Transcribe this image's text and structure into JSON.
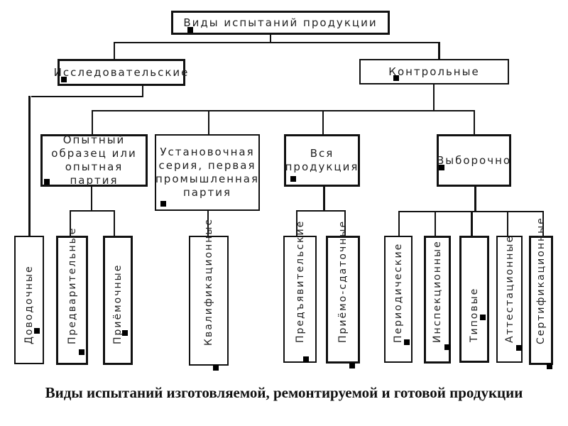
{
  "diagram": {
    "root": {
      "label": "Виды испытаний продукции"
    },
    "branches": {
      "research": {
        "label": "Исследовательские"
      },
      "control": {
        "label": "Контрольные"
      }
    },
    "mid": [
      {
        "id": "prototype",
        "label": "Опытный\nобразец или\nопытная партия"
      },
      {
        "id": "installation",
        "label": "Установочная\nсерия, первая\nпромышленная\nпартия"
      },
      {
        "id": "all",
        "label": "Вся\nпродукция"
      },
      {
        "id": "sample",
        "label": "Выборочно"
      }
    ],
    "leaves": [
      {
        "label": "Доводочные",
        "parent": "Исследовательские"
      },
      {
        "label": "Предварительные",
        "parent": "Опытный образец или опытная партия"
      },
      {
        "label": "Приёмочные",
        "parent": "Опытный образец или опытная партия"
      },
      {
        "label": "Квалификационные",
        "parent": "Установочная серия, первая промышленная партия"
      },
      {
        "label": "Предъявительские",
        "parent": "Вся продукция"
      },
      {
        "label": "Приёмо-сдаточные",
        "parent": "Вся продукция"
      },
      {
        "label": "Периодические",
        "parent": "Выборочно"
      },
      {
        "label": "Инспекционные",
        "parent": "Выборочно"
      },
      {
        "label": "Типовые",
        "parent": "Выборочно"
      },
      {
        "label": "Аттестационные",
        "parent": "Выборочно"
      },
      {
        "label": "Сертификационные",
        "parent": "Выборочно"
      }
    ]
  },
  "caption": "Виды испытаний изготовляемой, ремонтируемой и готовой продукции"
}
